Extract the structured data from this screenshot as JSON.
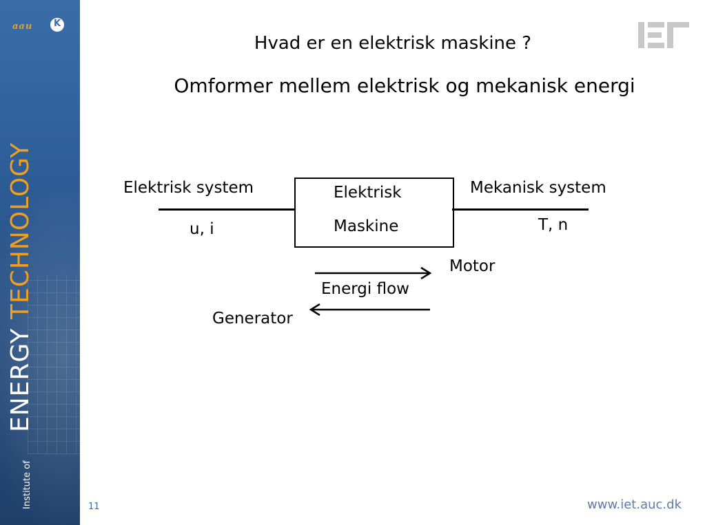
{
  "brand": {
    "aau": "aau",
    "disc": "K",
    "vertical_energy": "ENERGY",
    "vertical_technology": "TECHNOLOGY",
    "vertical_institute": "Institute of",
    "iet_logo": "IET"
  },
  "slide": {
    "title": "Hvad er en elektrisk maskine ?",
    "subtitle": "Omformer mellem elektrisk og mekanisk energi"
  },
  "diagram": {
    "left_label": "Elektrisk system",
    "left_sub": "u, i",
    "box_line1": "Elektrisk",
    "box_line2": "Maskine",
    "right_label": "Mekanisk system",
    "right_sub": "T, n",
    "motor": "Motor",
    "energy_flow": "Energi flow",
    "generator": "Generator"
  },
  "footer": {
    "page": "11",
    "url": "www.iet.auc.dk"
  },
  "colors": {
    "sidebar": "#2e5f99",
    "accent": "#f0a020",
    "url": "#5a7ab0"
  }
}
